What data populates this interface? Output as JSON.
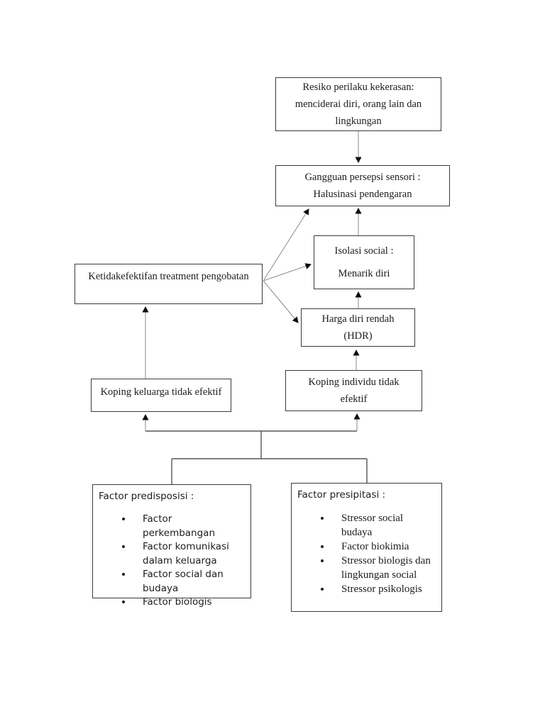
{
  "diagram": {
    "title_hint": "Pohon masalah halusinasi",
    "colors": {
      "background": "#ffffff",
      "border": "#3a3a3a",
      "line": "#8a8a8a",
      "tree": "#555555",
      "arrow": "#0d0d0d",
      "text": "#1c1c1c"
    },
    "boxes": {
      "resiko": {
        "lines": [
          "Resiko perilaku kekerasan:",
          "menciderai diri, orang lain dan",
          "lingkungan"
        ]
      },
      "gangguan": {
        "lines": [
          "Gangguan persepsi sensori :",
          "Halusinasi pendengaran"
        ]
      },
      "isolasi": {
        "lines": [
          "Isolasi social :",
          "Menarik diri"
        ]
      },
      "ketidakefektifan": {
        "lines": [
          "Ketidakefektifan treatment pengobatan"
        ]
      },
      "hdr": {
        "lines": [
          "Harga diri rendah",
          "(HDR)"
        ]
      },
      "koping_keluarga": {
        "lines": [
          "Koping keluarga tidak efektif"
        ]
      },
      "koping_individu": {
        "lines": [
          "Koping individu tidak",
          "efektif"
        ]
      },
      "predisposisi": {
        "title": "Factor predisposisi :",
        "items": [
          "Factor perkembangan",
          "Factor komunikasi dalam keluarga",
          "Factor social dan budaya",
          "Factor biologis"
        ]
      },
      "presipitasi": {
        "title": "Factor presipitasi :",
        "items": [
          "Stressor social budaya",
          "Factor biokimia",
          "Stressor biologis dan lingkungan social",
          "Stressor psikologis"
        ]
      }
    }
  }
}
